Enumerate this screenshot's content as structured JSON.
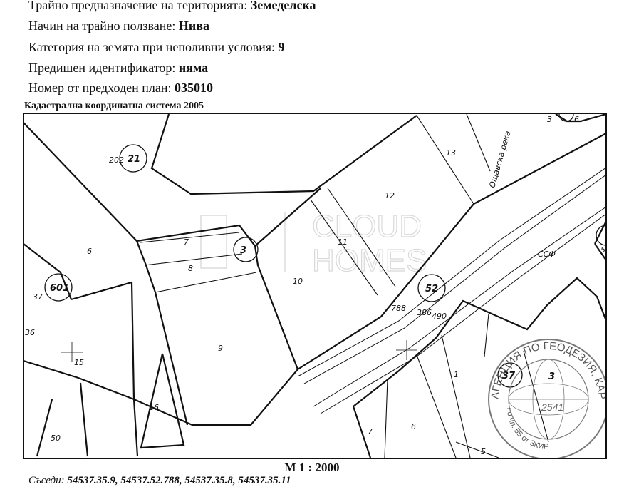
{
  "info": [
    {
      "label": "Трайно предназначение на територията:",
      "value": "Земеделска"
    },
    {
      "label": "Начин на трайно ползване:",
      "value": "Нива"
    },
    {
      "label": "Категория на земята при неполивни условия:",
      "value": "9"
    },
    {
      "label": "Предишен идентификатор:",
      "value": "няма"
    },
    {
      "label": "Номер от предходен план:",
      "value": "035010"
    }
  ],
  "map_title": "Кадастрална координатна система 2005",
  "watermark": {
    "line1": "CLOUD",
    "line2": "HOMES"
  },
  "map_labels": {
    "p21": "21",
    "n202": "202",
    "p13": "13",
    "p12": "12",
    "river": "Ощавска река",
    "n3": "3",
    "n6top": "6",
    "p6": "6",
    "p7": "7",
    "p8": "8",
    "p3x": "3",
    "p11": "11",
    "p10": "10",
    "p52": "52",
    "ccf": "ССФ",
    "n5": "5",
    "p601": "601",
    "n37": "37",
    "n36": "36",
    "p15": "15",
    "p9": "9",
    "p788": "788",
    "p386": "386",
    "p490": "490",
    "p16": "16",
    "p1": "1",
    "p37": "37",
    "p3b": "3",
    "p50": "50",
    "p7b": "7",
    "p6b": "6",
    "p5b": "5"
  },
  "stamp": {
    "text": "АГЕНЦИЯ ПО ГЕОДЕЗИЯ, КАРТОГРАФИЯ И КАДАСТЪР",
    "bottom": "по чл. 55 от ЗКИР",
    "number": "2541"
  },
  "scale": "M 1 : 2000",
  "neighbours": {
    "label": "Съседи:",
    "value": "54537.35.9, 54537.52.788, 54537.35.8, 54537.35.11"
  }
}
